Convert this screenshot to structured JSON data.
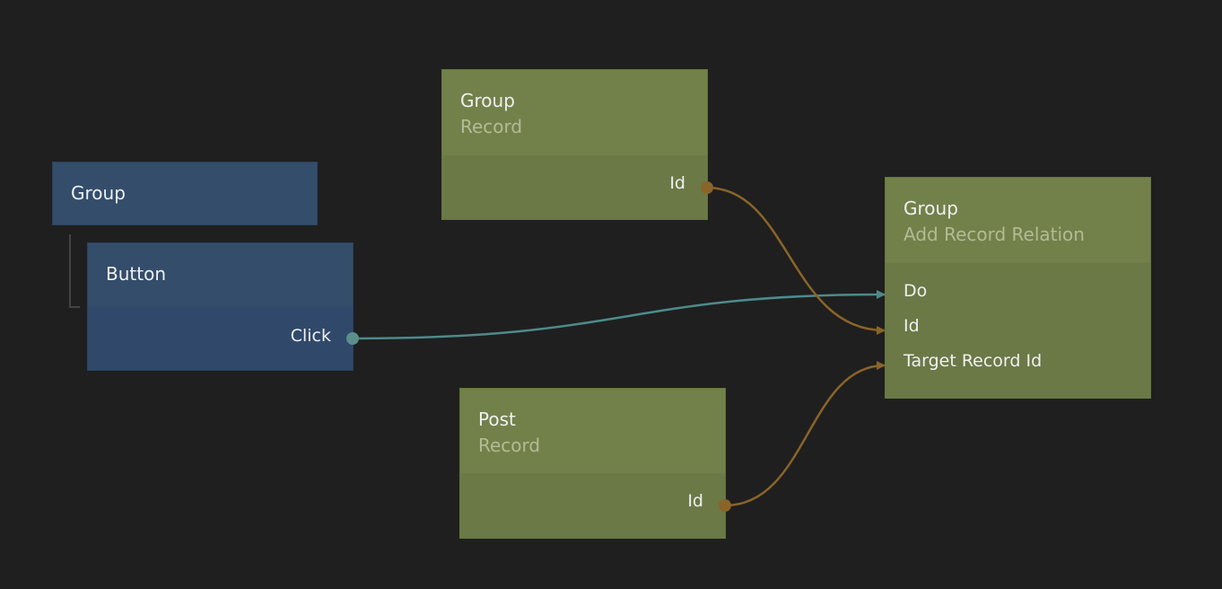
{
  "nodes": {
    "group_visual": {
      "title": "Group"
    },
    "button": {
      "title": "Button",
      "output": "Click"
    },
    "group_record": {
      "title": "Group",
      "subtitle": "Record",
      "output": "Id"
    },
    "post_record": {
      "title": "Post",
      "subtitle": "Record",
      "output": "Id"
    },
    "add_relation": {
      "title": "Group",
      "subtitle": "Add Record Relation",
      "inputs": [
        "Do",
        "Id",
        "Target Record Id"
      ]
    }
  },
  "colors": {
    "visual_node": "#334d6b",
    "data_node": "#72814a",
    "signal_wire": "#4e8a8c",
    "data_wire": "#8a6428"
  }
}
